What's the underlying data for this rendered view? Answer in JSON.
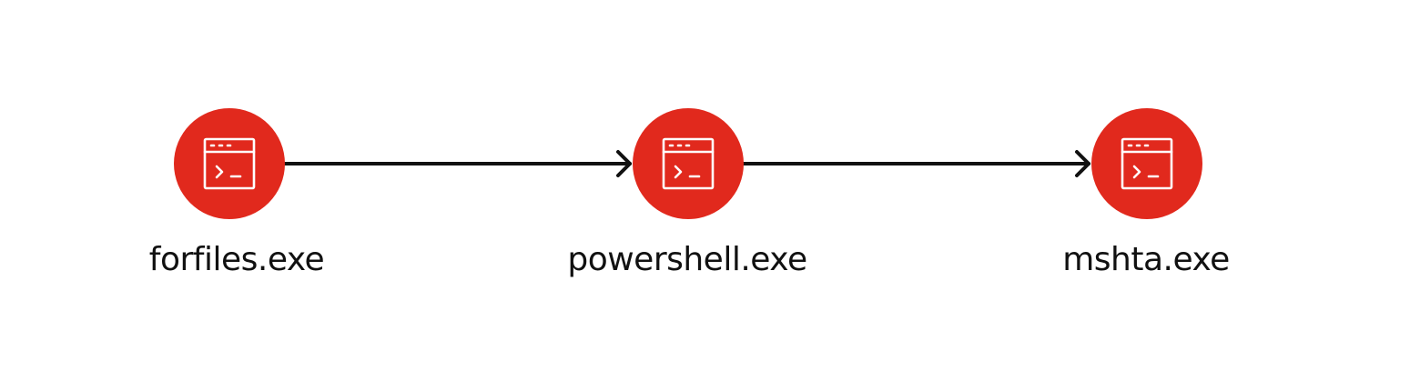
{
  "colors": {
    "node_fill": "#e1291d",
    "icon_stroke": "#ffffff",
    "edge": "#111111",
    "label": "#111111"
  },
  "nodes": [
    {
      "id": "forfiles",
      "label": "forfiles.exe",
      "icon": "terminal-window-icon"
    },
    {
      "id": "powershell",
      "label": "powershell.exe",
      "icon": "terminal-window-icon"
    },
    {
      "id": "mshta",
      "label": "mshta.exe",
      "icon": "terminal-window-icon"
    }
  ],
  "edges": [
    {
      "from": "forfiles",
      "to": "powershell"
    },
    {
      "from": "powershell",
      "to": "mshta"
    }
  ]
}
